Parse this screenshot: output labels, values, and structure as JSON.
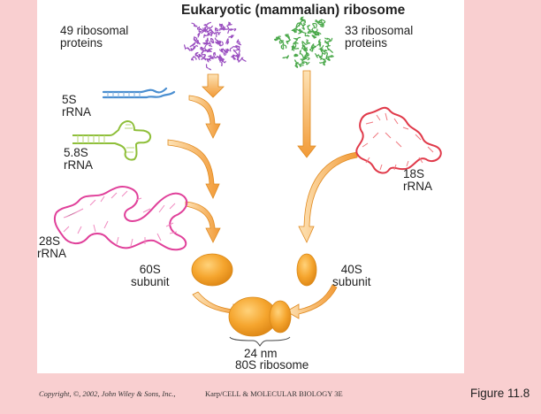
{
  "title": "Eukaryotic (mammalian) ribosome",
  "labels": {
    "proteins_49": [
      "49 ribosomal",
      "proteins"
    ],
    "proteins_33": [
      "33 ribosomal",
      "proteins"
    ],
    "rrna_5s": [
      "5S",
      "rRNA"
    ],
    "rrna_58s": [
      "5.8S",
      "rRNA"
    ],
    "rrna_28s": [
      "28S",
      "rRNA"
    ],
    "rrna_18s": [
      "18S",
      "rRNA"
    ],
    "subunit_60s": [
      "60S",
      "subunit"
    ],
    "subunit_40s": [
      "40S",
      "subunit"
    ],
    "size": "24 nm",
    "ribosome_80s": "80S ribosome"
  },
  "footer": {
    "copyright": "Copyright, ©, 2002, John Wiley & Sons, Inc.,",
    "book": "Karp/CELL & MOLECULAR BIOLOGY 3E",
    "figure": "Figure 11.8"
  },
  "colors": {
    "background": "#f9cfd0",
    "panel": "#ffffff",
    "protein_49": "#9a4fc0",
    "protein_33": "#4aa84a",
    "rrna_5s": "#4a8ed0",
    "rrna_58s": "#8fbf3a",
    "rrna_28s": "#e0409a",
    "rrna_18s": "#e03a4a",
    "arrow": "#f0a040",
    "subunit": "#f0a030"
  }
}
